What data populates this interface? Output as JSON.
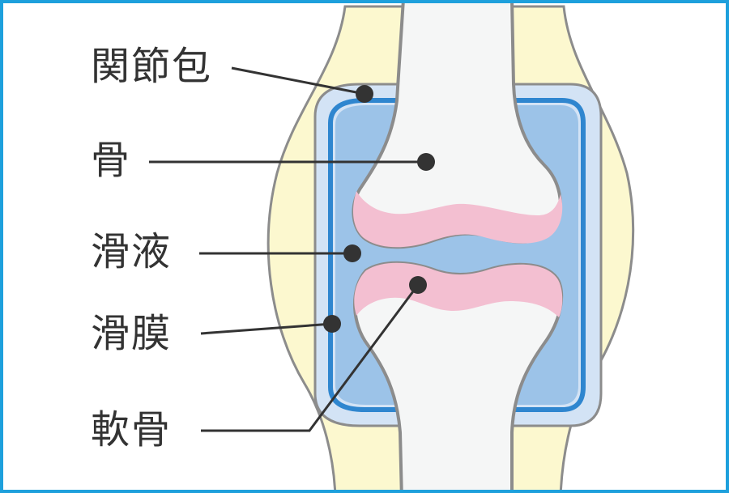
{
  "labels": {
    "capsule": "関節包",
    "bone": "骨",
    "synovial_fluid": "滑液",
    "synovial_membrane": "滑膜",
    "cartilage": "軟骨"
  },
  "colors": {
    "frame": "#1ea0dc",
    "soft_tissue": "#fcf8cf",
    "capsule_fill": "#d3e3f5",
    "synovium_line": "#2f86cf",
    "fluid": "#9cc3e8",
    "bone": "#f5f6f6",
    "cartilage": "#f3bfd1",
    "outline": "#8c8c8c",
    "leader": "#333333"
  }
}
